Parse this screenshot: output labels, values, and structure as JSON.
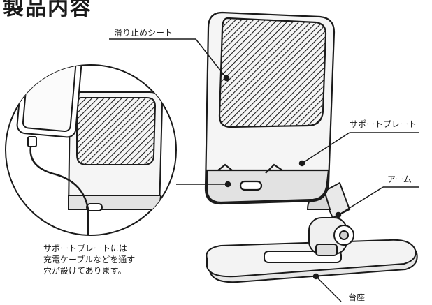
{
  "heading": "製品内容",
  "labels": {
    "non_slip_sheet": "滑り止めシート",
    "support_plate": "サポートプレート",
    "arm": "アーム",
    "base": "台座"
  },
  "note_lines": [
    "サポートプレートには",
    "充電ケーブルなどを通す",
    "穴が設けてあります。"
  ],
  "colors": {
    "line": "#1a1a1a",
    "plate_fill": "#f5f5f5",
    "base_fill": "#eeeeee",
    "accent": "#c9c9c9"
  }
}
